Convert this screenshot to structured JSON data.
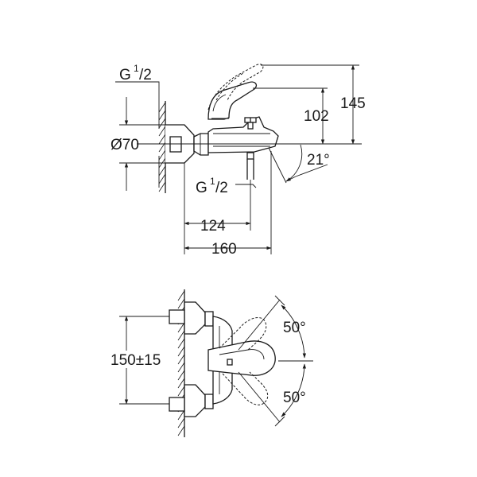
{
  "top_view": {
    "thread_top": {
      "main": "G",
      "sup": "1",
      "rest": "/2"
    },
    "dim_diameter": "Ø70",
    "dim_102": "102",
    "dim_145": "145",
    "angle_spout": "21°",
    "thread_bottom": {
      "main": "G",
      "sup": "1",
      "rest": "/2"
    },
    "dim_124": "124",
    "dim_160": "160"
  },
  "front_view": {
    "dim_spacing": "150±15",
    "angle_up": "50°",
    "angle_down": "50°"
  }
}
